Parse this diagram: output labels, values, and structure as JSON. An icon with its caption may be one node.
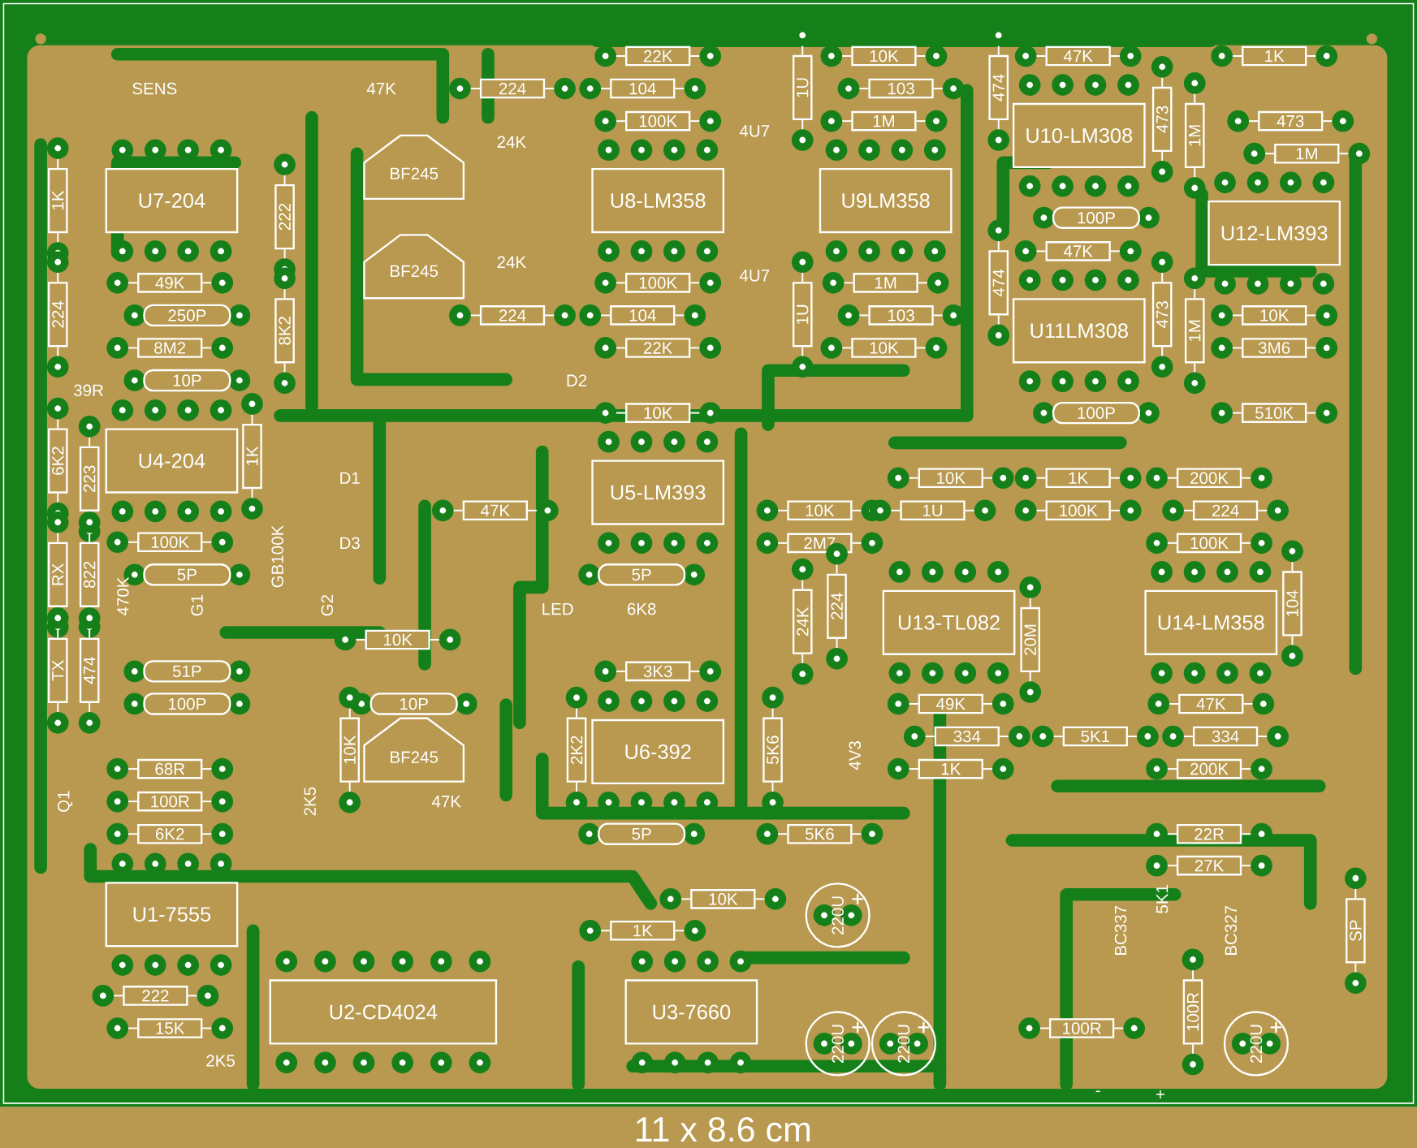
{
  "diagram": {
    "caption": "11 x 8.6 cm",
    "labels": [
      "22K",
      "10K",
      "47K",
      "1K",
      "1U",
      "474",
      "SENS",
      "47K",
      "224",
      "104",
      "103",
      "4U7",
      "100K",
      "1M",
      "473",
      "1M",
      "473",
      "U10-LM308",
      "24K",
      "1M",
      "1K",
      "U7-204",
      "BF245",
      "222",
      "U8-LM358",
      "U9LM358",
      "100P",
      "U12-LM393",
      "47K",
      "24K",
      "BF245",
      "4U7",
      "49K",
      "100K",
      "1M",
      "474",
      "224",
      "250P",
      "224",
      "104",
      "1U",
      "103",
      "473",
      "U11LM308",
      "1M",
      "10K",
      "8K2",
      "8M2",
      "22K",
      "10K",
      "3M6",
      "10P",
      "39R",
      "D2",
      "10K",
      "100P",
      "510K",
      "6K2",
      "U4-204",
      "1K",
      "223",
      "D1",
      "10K",
      "1K",
      "200K",
      "U5-LM393",
      "47K",
      "10K",
      "1U",
      "100K",
      "224",
      "100K",
      "D3",
      "2M7",
      "100K",
      "RX",
      "822",
      "5P",
      "5P",
      "GB100K",
      "470K",
      "G1",
      "G2",
      "LED",
      "6K8",
      "24K",
      "224",
      "U13-TL082",
      "20M",
      "U14-LM358",
      "104",
      "10K",
      "TX",
      "474",
      "51P",
      "3K3",
      "100P",
      "10P",
      "49K",
      "47K",
      "334",
      "5K1",
      "334",
      "10K",
      "BF245",
      "2K2",
      "U6-392",
      "5K6",
      "4V3",
      "68R",
      "1K",
      "200K",
      "Q1",
      "100R",
      "2K5",
      "47K",
      "6K2",
      "5P",
      "5K6",
      "22R",
      "27K",
      "10K",
      "5K1",
      "U1-7555",
      "220U",
      "1K",
      "BC337",
      "BC327",
      "SP",
      "222",
      "U2-CD4024",
      "U3-7660",
      "100R",
      "15K",
      "100R",
      "2K5",
      "220U",
      "220U",
      "220U",
      "-",
      "+"
    ]
  }
}
